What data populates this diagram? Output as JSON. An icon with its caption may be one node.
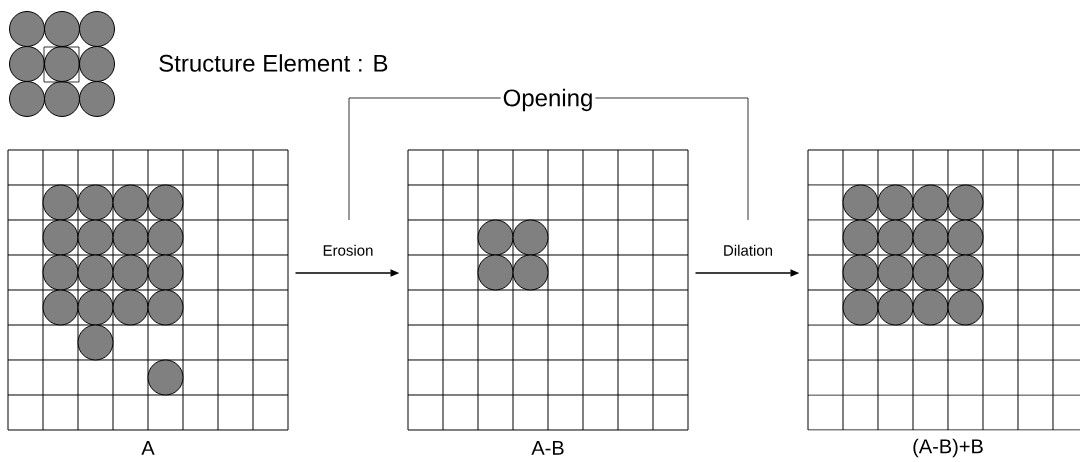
{
  "diagram": {
    "nodes": [
      {
        "text": [],
        "shape": "grid",
        "beside": [
          "A"
        ]
      },
      {
        "text": [],
        "shape": "grid",
        "beside": [
          "A-B"
        ]
      },
      {
        "text": [],
        "shape": "grid",
        "beside": [
          "(A-B)+B"
        ]
      }
    ],
    "edges": [
      {
        "from": 0,
        "to": 1,
        "arrow": "to",
        "label": "Erosion"
      },
      {
        "from": 1,
        "to": 2,
        "arrow": "to",
        "label": "Dilation"
      }
    ],
    "labels": [
      "Structure Element : B",
      "Opening"
    ]
  }
}
